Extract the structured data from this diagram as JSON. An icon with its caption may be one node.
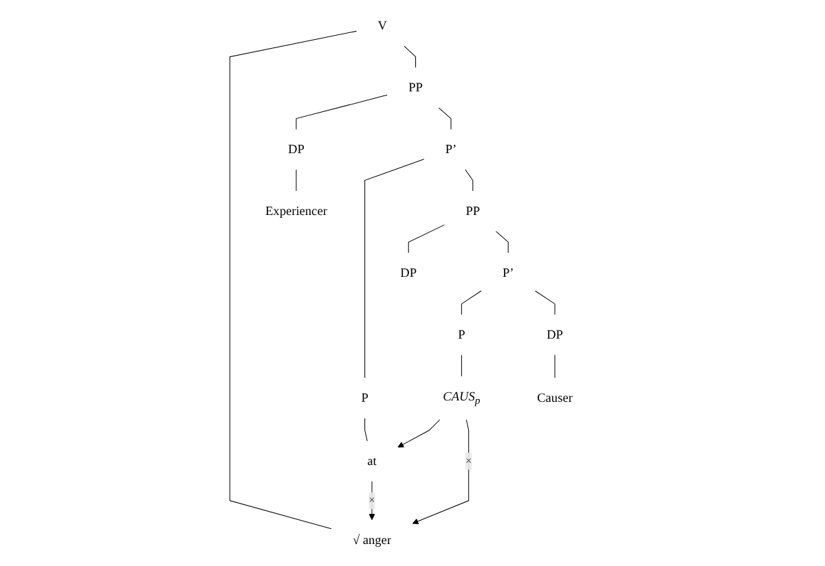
{
  "diagram": {
    "nodes": [
      {
        "text": [
          "V"
        ]
      },
      {
        "text": [
          "√ anger"
        ]
      },
      {
        "text": [
          "PP"
        ]
      },
      {
        "text": [
          "DP"
        ]
      },
      {
        "text": [
          "P’"
        ]
      },
      {
        "text": [
          "Experiencer"
        ]
      },
      {
        "text": [
          "P"
        ]
      },
      {
        "text": [
          "PP"
        ]
      },
      {
        "text": [
          "at"
        ]
      },
      {
        "text": [
          "DP"
        ]
      },
      {
        "text": [
          "P’"
        ]
      },
      {
        "text": [
          "P"
        ]
      },
      {
        "text": [
          "DP"
        ]
      },
      {
        "text": [
          "CAUS$_{p}$"
        ]
      },
      {
        "text": [
          "Causer"
        ]
      }
    ],
    "edges": [
      {
        "from": 0,
        "to": 1,
        "arrow": "none"
      },
      {
        "from": 0,
        "to": 2,
        "arrow": "none"
      },
      {
        "from": 2,
        "to": 3,
        "arrow": "none"
      },
      {
        "from": 2,
        "to": 4,
        "arrow": "none"
      },
      {
        "from": 3,
        "to": 5,
        "arrow": "none"
      },
      {
        "from": 4,
        "to": 6,
        "arrow": "none"
      },
      {
        "from": 4,
        "to": 7,
        "arrow": "none"
      },
      {
        "from": 6,
        "to": 8,
        "arrow": "none"
      },
      {
        "from": 7,
        "to": 9,
        "arrow": "none"
      },
      {
        "from": 7,
        "to": 10,
        "arrow": "none"
      },
      {
        "from": 10,
        "to": 11,
        "arrow": "none"
      },
      {
        "from": 10,
        "to": 12,
        "arrow": "none"
      },
      {
        "from": 11,
        "to": 13,
        "arrow": "none"
      },
      {
        "from": 12,
        "to": 14,
        "arrow": "none"
      },
      {
        "from": 8,
        "to": 1,
        "arrow": "to",
        "label": "×"
      },
      {
        "from": 13,
        "to": 8,
        "arrow": "to"
      },
      {
        "from": 13,
        "to": 1,
        "arrow": "to",
        "label": "×"
      }
    ]
  }
}
